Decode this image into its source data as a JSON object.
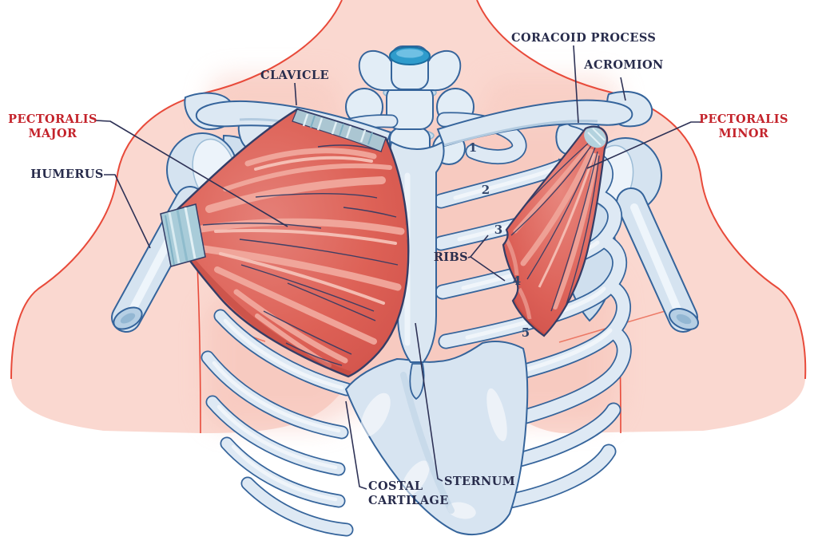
{
  "figure": {
    "type": "anatomical-diagram",
    "subject": "Pectoralis major and pectoralis minor muscles on the rib cage"
  },
  "labels": {
    "clavicle": {
      "lines": [
        "CLAVICLE"
      ],
      "color": "navy"
    },
    "coracoid_process": {
      "lines": [
        "CORACOID PROCESS"
      ],
      "color": "navy"
    },
    "acromion": {
      "lines": [
        "ACROMION"
      ],
      "color": "navy"
    },
    "pectoralis_minor": {
      "lines": [
        "PECTORALIS",
        "MINOR"
      ],
      "color": "red"
    },
    "pectoralis_major": {
      "lines": [
        "PECTORALIS",
        "MAJOR"
      ],
      "color": "red"
    },
    "humerus": {
      "lines": [
        "HUMERUS"
      ],
      "color": "navy"
    },
    "ribs": {
      "lines": [
        "RIBS"
      ],
      "color": "navy"
    },
    "costal_cartilage": {
      "lines": [
        "COSTAL",
        "CARTILAGE"
      ],
      "color": "navy"
    },
    "sternum": {
      "lines": [
        "STERNUM"
      ],
      "color": "navy"
    }
  },
  "rib_numbers": [
    "1",
    "2",
    "3",
    "4",
    "5"
  ],
  "colors": {
    "label_navy": "#282c4c",
    "label_red": "#c4232b",
    "leader_line": "#2e3256",
    "skin_fill": "#fad8d0",
    "skin_outline": "#e84a3a",
    "bone_fill": "#dee9f4",
    "bone_outline": "#35649b",
    "cartilage_fill": "#d7e4f1",
    "muscle_red": "#dd6156",
    "muscle_dark": "#c2483f",
    "muscle_light_streak": "#f2aba0",
    "tendon_teal": "#a9ccd9",
    "disc_blue": "#2f9ccc"
  }
}
